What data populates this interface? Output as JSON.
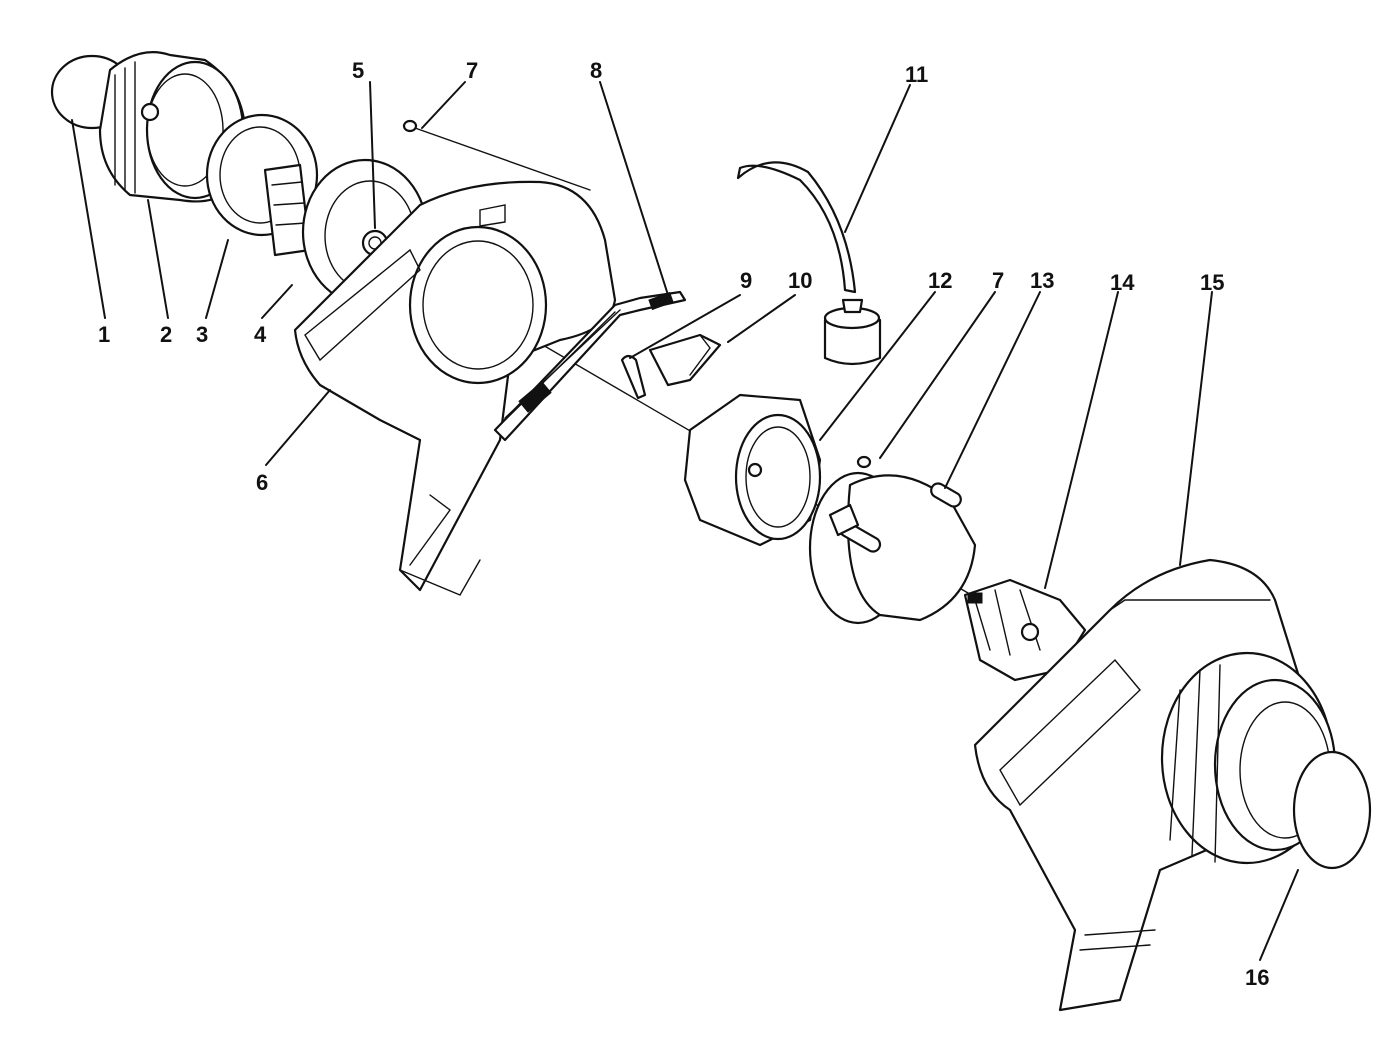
{
  "callouts": [
    {
      "id": "1",
      "text": "1"
    },
    {
      "id": "2",
      "text": "2"
    },
    {
      "id": "3",
      "text": "3"
    },
    {
      "id": "4",
      "text": "4"
    },
    {
      "id": "5",
      "text": "5"
    },
    {
      "id": "6",
      "text": "6"
    },
    {
      "id": "7a",
      "text": "7"
    },
    {
      "id": "7b",
      "text": "7"
    },
    {
      "id": "8",
      "text": "8"
    },
    {
      "id": "9",
      "text": "9"
    },
    {
      "id": "10",
      "text": "10"
    },
    {
      "id": "11",
      "text": "11"
    },
    {
      "id": "12",
      "text": "12"
    },
    {
      "id": "13",
      "text": "13"
    },
    {
      "id": "14",
      "text": "14"
    },
    {
      "id": "15",
      "text": "15"
    },
    {
      "id": "16",
      "text": "16"
    }
  ],
  "colors": {
    "line": "#111111",
    "fill": "#ffffff"
  }
}
